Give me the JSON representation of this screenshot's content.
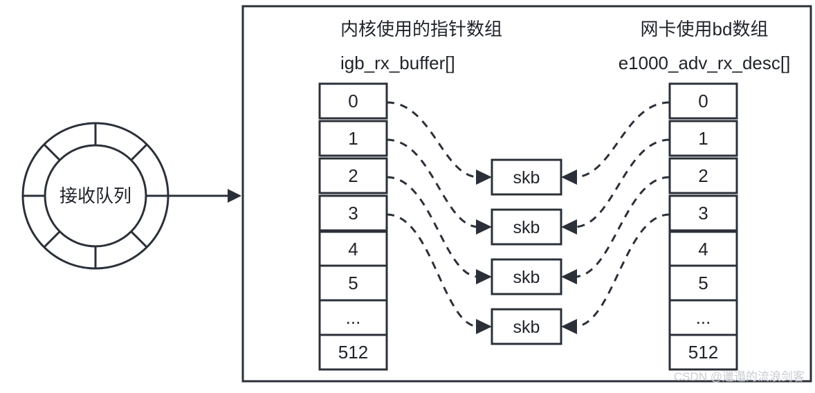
{
  "diagram": {
    "title_left": "内核使用的指针数组",
    "subtitle_left": "igb_rx_buffer[]",
    "title_right": "网卡使用bd数组",
    "subtitle_right": "e1000_adv_rx_desc[]",
    "ring_label": "接收队列",
    "watermark": "CSDN @邋遢的流浪剑客",
    "colors": {
      "stroke": "#2b3038",
      "text": "#1f2329",
      "background": "#ffffff",
      "watermark": "#c9ccd1"
    }
  },
  "left_column": {
    "name": "igb_rx_buffer[]",
    "cells": [
      {
        "label": "0"
      },
      {
        "label": "1"
      },
      {
        "label": "2"
      },
      {
        "label": "3"
      },
      {
        "label": "4"
      },
      {
        "label": "5"
      },
      {
        "label": "..."
      },
      {
        "label": "512"
      }
    ]
  },
  "right_column": {
    "name": "e1000_adv_rx_desc[]",
    "cells": [
      {
        "label": "0"
      },
      {
        "label": "1"
      },
      {
        "label": "2"
      },
      {
        "label": "3"
      },
      {
        "label": "4"
      },
      {
        "label": "5"
      },
      {
        "label": "..."
      },
      {
        "label": "512"
      }
    ]
  },
  "skb_boxes": [
    {
      "label": "skb"
    },
    {
      "label": "skb"
    },
    {
      "label": "skb"
    },
    {
      "label": "skb"
    }
  ],
  "connections": {
    "left_to_skb": [
      {
        "from_cell": "0",
        "to_skb": 0
      },
      {
        "from_cell": "1",
        "to_skb": 1
      },
      {
        "from_cell": "2",
        "to_skb": 2
      },
      {
        "from_cell": "3",
        "to_skb": 3
      }
    ],
    "right_to_skb": [
      {
        "from_cell": "0",
        "to_skb": 0
      },
      {
        "from_cell": "1",
        "to_skb": 1
      },
      {
        "from_cell": "2",
        "to_skb": 2
      },
      {
        "from_cell": "3",
        "to_skb": 3
      }
    ],
    "ring_to_frame": {
      "style": "solid-arrow"
    }
  }
}
